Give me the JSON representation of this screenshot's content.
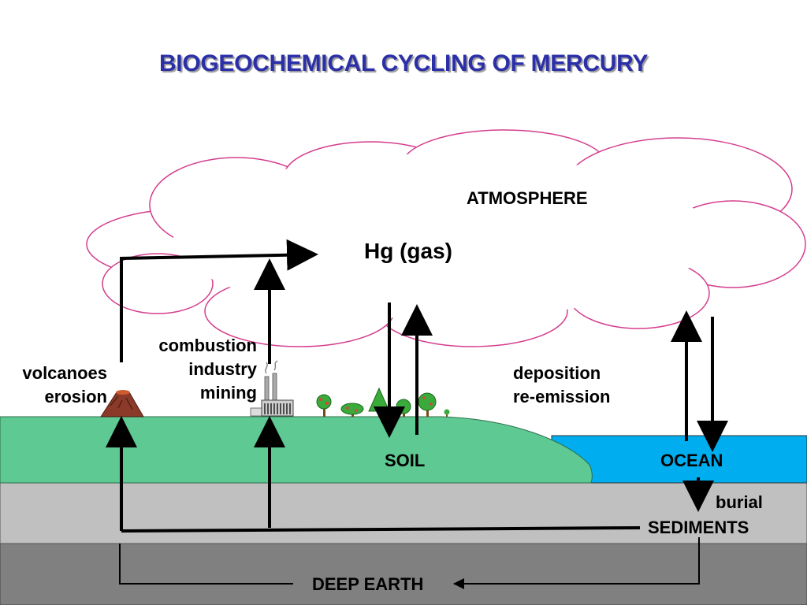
{
  "title": "BIOGEOCHEMICAL CYCLING OF MERCURY",
  "labels": {
    "atmosphere": "ATMOSPHERE",
    "hg_gas": "Hg (gas)",
    "combustion": "combustion",
    "industry": "industry",
    "mining": "mining",
    "volcanoes": "volcanoes",
    "erosion": "erosion",
    "deposition": "deposition",
    "re_emission": "re-emission",
    "soil": "SOIL",
    "ocean": "OCEAN",
    "burial": "burial",
    "sediments": "SEDIMENTS",
    "deep_earth": "DEEP EARTH"
  },
  "colors": {
    "title": "#2b2fa8",
    "cloud_outline": "#d43d8e",
    "land": "#5ec993",
    "ocean": "#00aeef",
    "sediment_layer": "#c0c0c0",
    "deep_earth_layer": "#808080",
    "arrow": "#000000",
    "volcano": "#8b3a2a",
    "tree": "#3aaa3a"
  },
  "icons": [
    "volcano-icon",
    "factory-icon",
    "tree-icon"
  ]
}
